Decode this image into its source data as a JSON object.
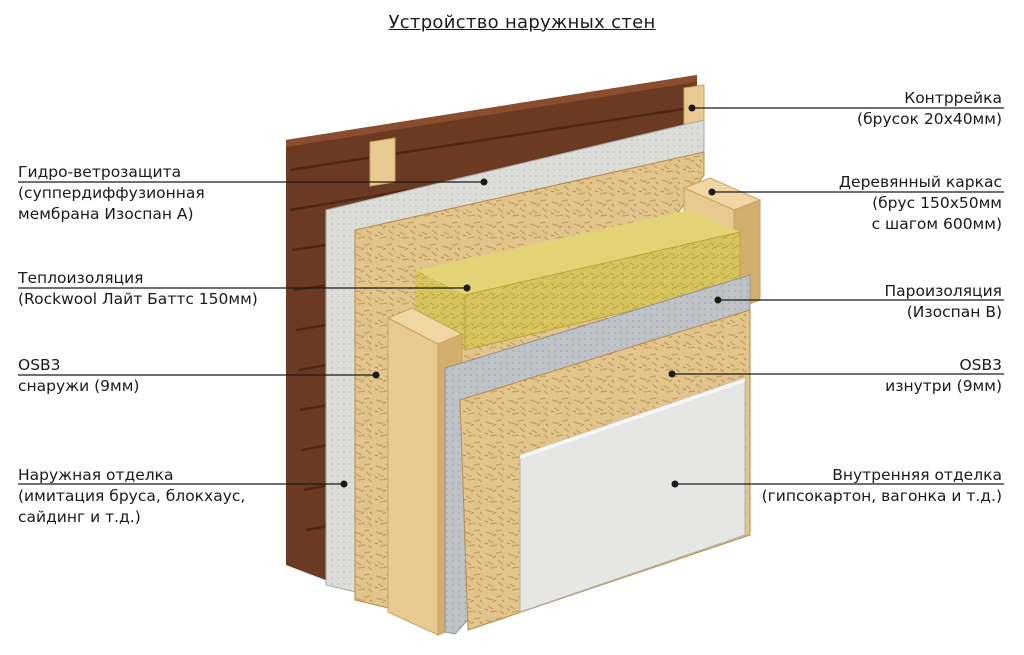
{
  "title": "Устройство наружных стен",
  "colors": {
    "siding": "#6b3a22",
    "membrane": "#d9d9d6",
    "osb": "#e2c48d",
    "insulation": "#d9c25c",
    "vapor_barrier": "#b9bcc0",
    "drywall": "#e6e6e4",
    "timber": "#e8c98f",
    "leader_line": "#1a1a1a"
  },
  "labels": {
    "counter_batten": {
      "line1": "Контррейка",
      "line2": "(брусок 20х40мм)"
    },
    "wind_barrier": {
      "line1": "Гидро-ветрозащита",
      "line2": "(суппердиффузионная",
      "line3": "мембрана Изоспан А)"
    },
    "wood_frame": {
      "line1": "Деревянный каркас",
      "line2": "(брус 150х50мм",
      "line3": "с шагом 600мм)"
    },
    "insulation": {
      "line1": "Теплоизоляция",
      "line2": "(Rockwool Лайт Баттс 150мм)"
    },
    "vapor_barrier": {
      "line1": "Пароизоляция",
      "line2": "(Изоспан В)"
    },
    "osb_outside": {
      "line1": "OSB3",
      "line2": "снаружи (9мм)"
    },
    "osb_inside": {
      "line1": "OSB3",
      "line2": "изнутри (9мм)"
    },
    "exterior_finish": {
      "line1": "Наружная отделка",
      "line2": "(имитация бруса, блокхаус,",
      "line3": "сайдинг  и т.д.)"
    },
    "interior_finish": {
      "line1": "Внутренняя отделка",
      "line2": "(гипсокартон, вагонка и т.д.)"
    }
  }
}
